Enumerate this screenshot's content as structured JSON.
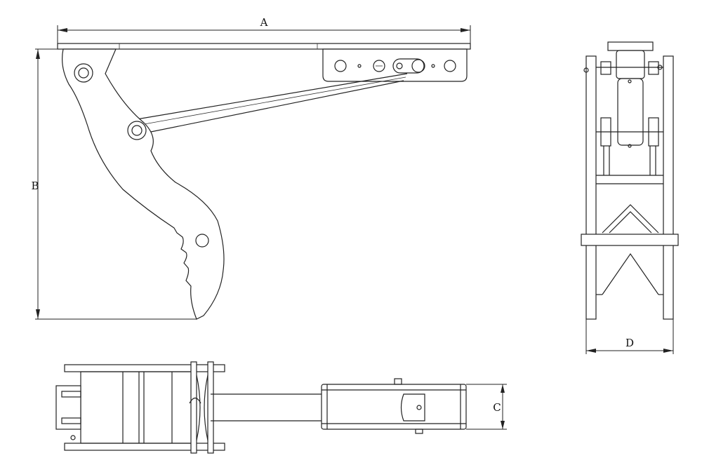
{
  "drawing": {
    "dimensions": [
      {
        "id": "A",
        "label": "A"
      },
      {
        "id": "B",
        "label": "B"
      },
      {
        "id": "C",
        "label": "C"
      },
      {
        "id": "D",
        "label": "D"
      }
    ],
    "line_color": "#222222",
    "background": "#ffffff"
  }
}
